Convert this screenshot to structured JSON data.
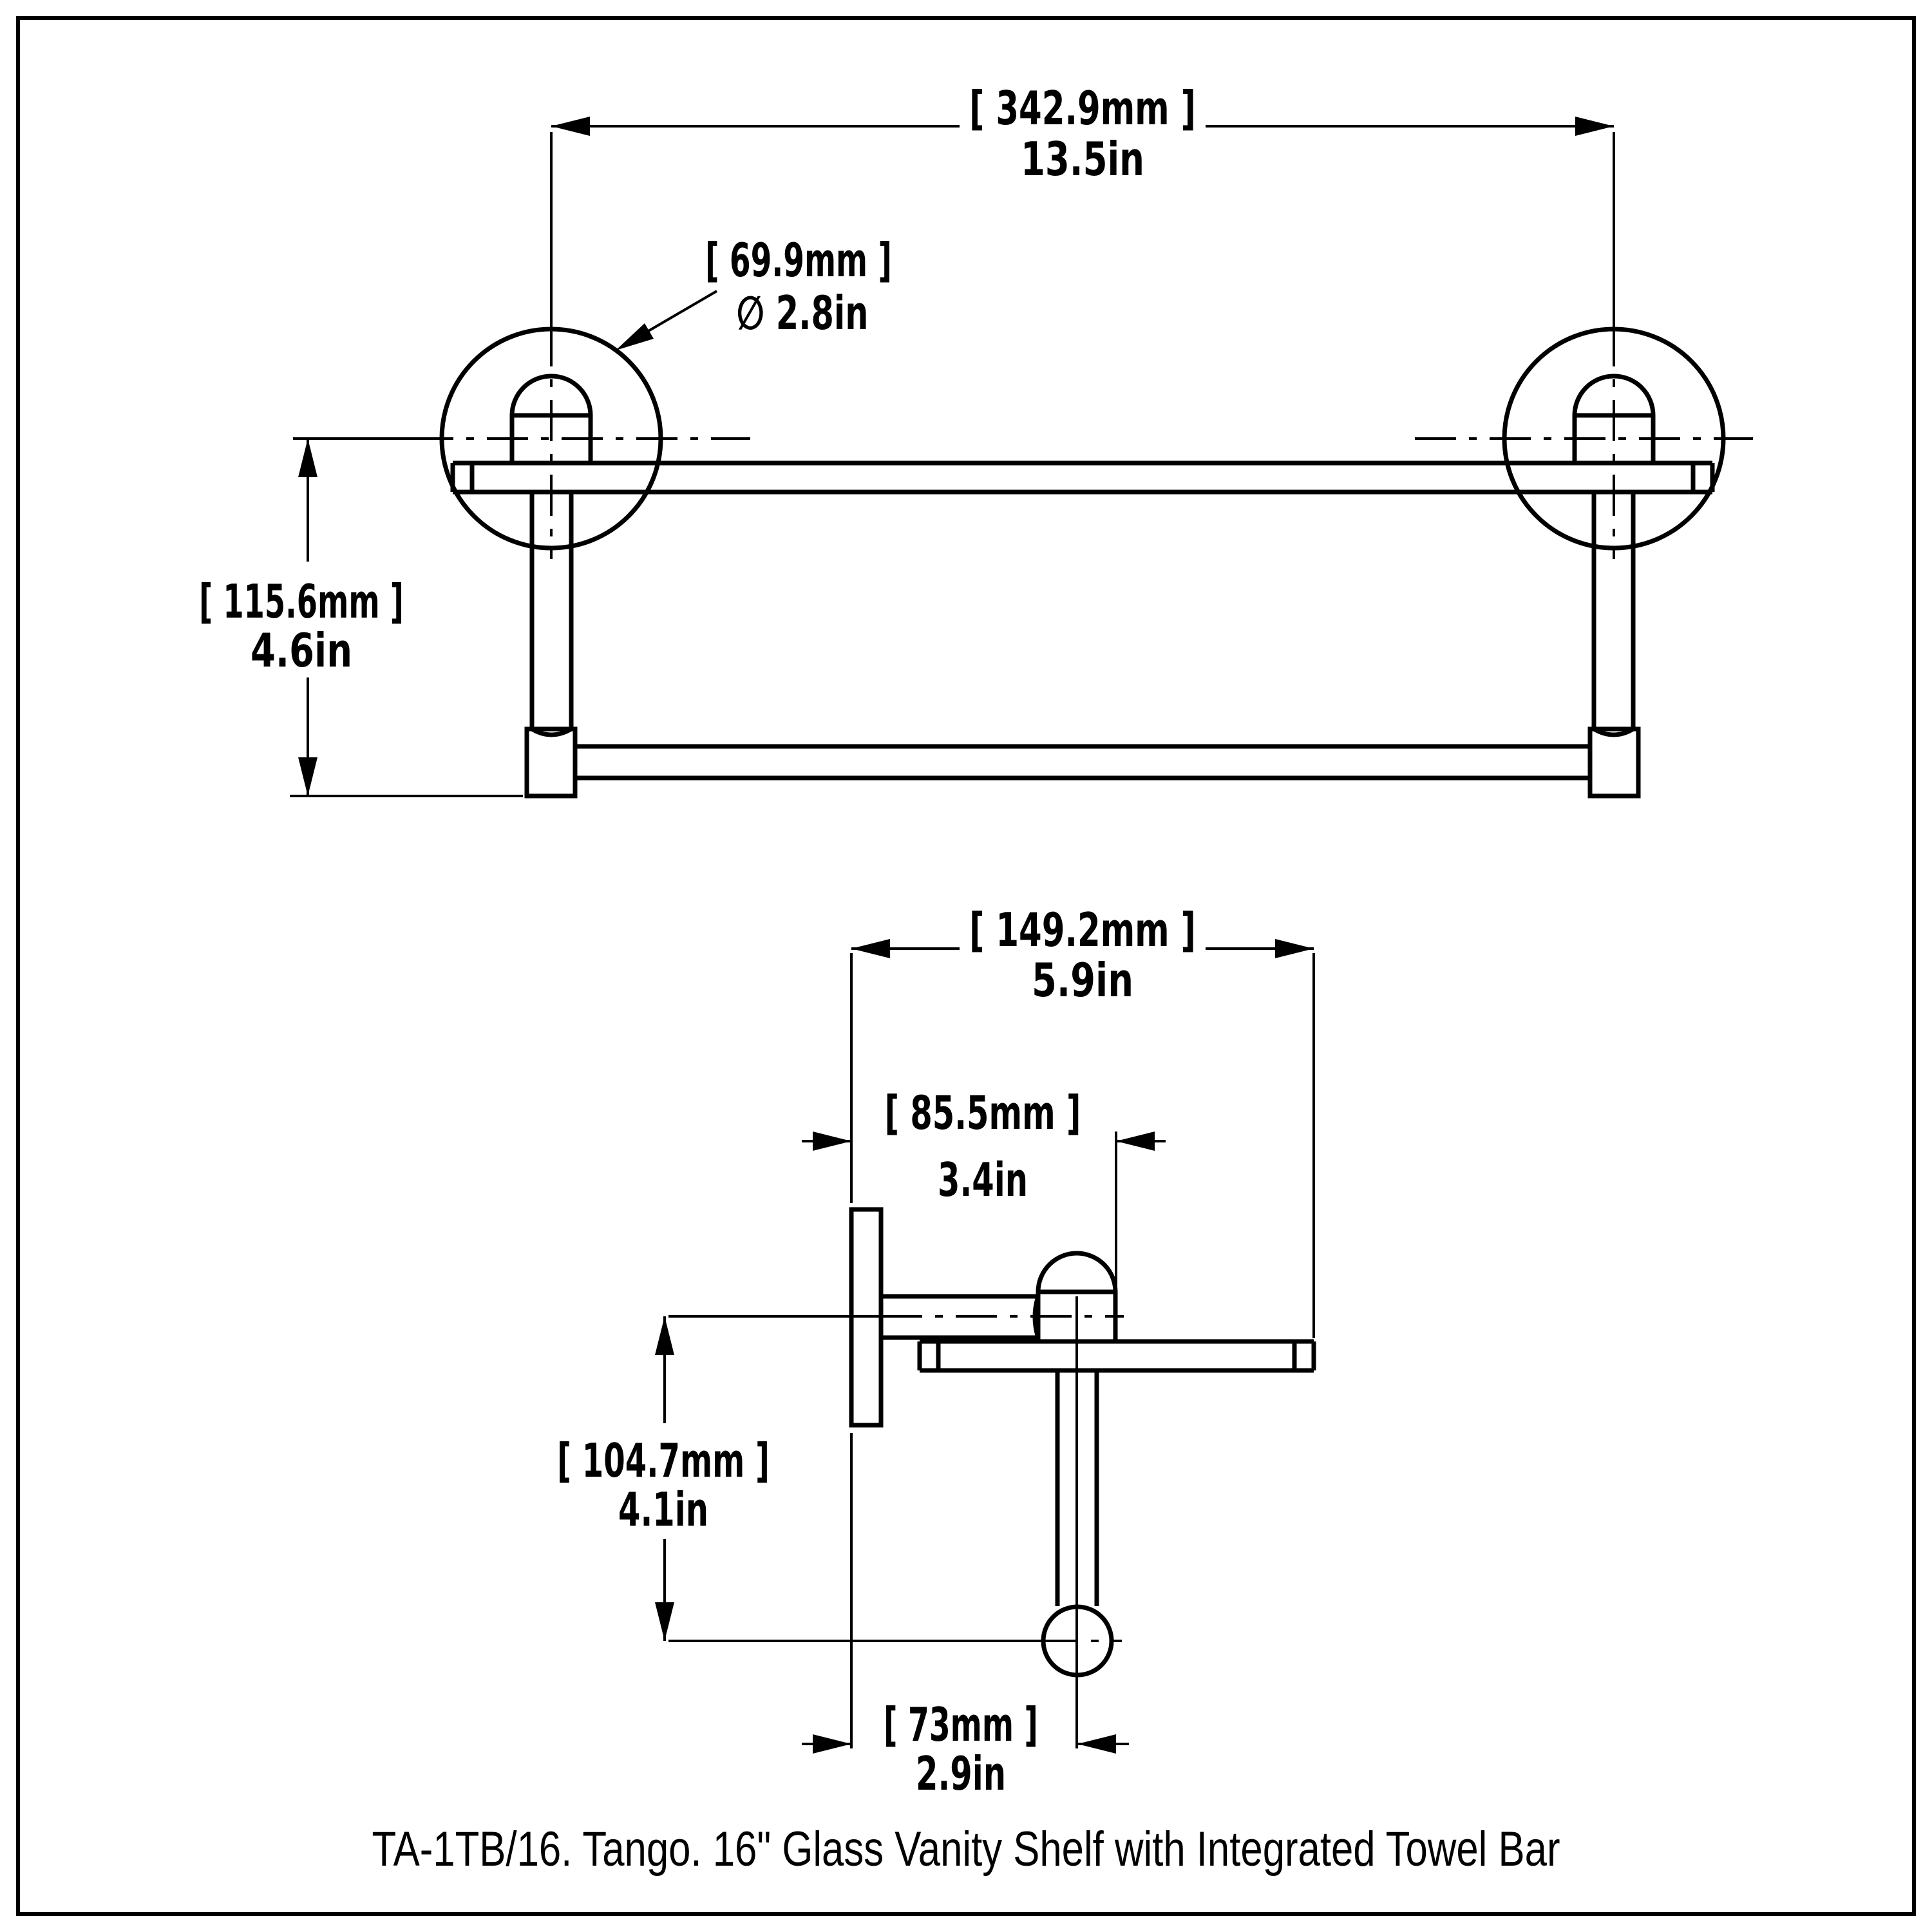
{
  "drawing": {
    "caption": "TA-1TB/16. Tango. 16\"  Glass Vanity Shelf  with Integrated Towel Bar",
    "colors": {
      "line": "#000000",
      "background": "#ffffff"
    },
    "front_view": {
      "center_to_center_dim": {
        "metric": "[ 342.9mm ]",
        "imperial": "13.5in"
      },
      "flange_diameter_dim": {
        "metric": "[ 69.9mm ]",
        "imperial": "∅ 2.8in"
      },
      "height_dim": {
        "metric": "[ 115.6mm ]",
        "imperial": "4.6in"
      }
    },
    "side_view": {
      "depth_dim": {
        "metric": "[ 149.2mm ]",
        "imperial": "5.9in"
      },
      "wall_to_post_dim": {
        "metric": "[ 85.5mm ]",
        "imperial": "3.4in"
      },
      "drop_dim": {
        "metric": "[ 104.7mm ]",
        "imperial": "4.1in"
      },
      "bar_offset_dim": {
        "metric": "[ 73mm ]",
        "imperial": "2.9in"
      }
    }
  }
}
